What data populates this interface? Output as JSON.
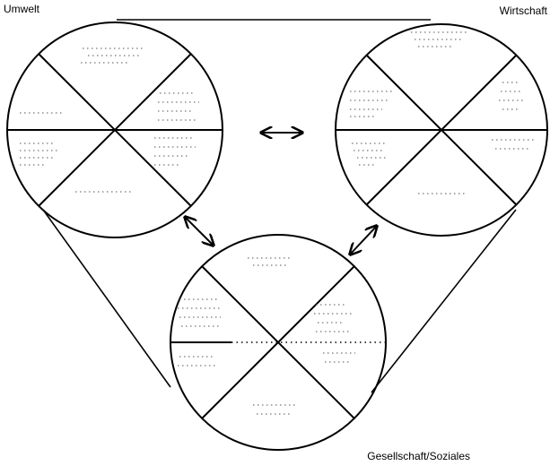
{
  "labels": {
    "environment": "Umwelt",
    "economy": "Wirtschaft",
    "society": "Gesellschaft/Soziales"
  },
  "colors": {
    "ink": "#000000",
    "background": "#ffffff"
  },
  "icons": {
    "horizontal_arrow": "double-headed-arrow",
    "diagonal_arrows": "double-headed-arrow"
  }
}
